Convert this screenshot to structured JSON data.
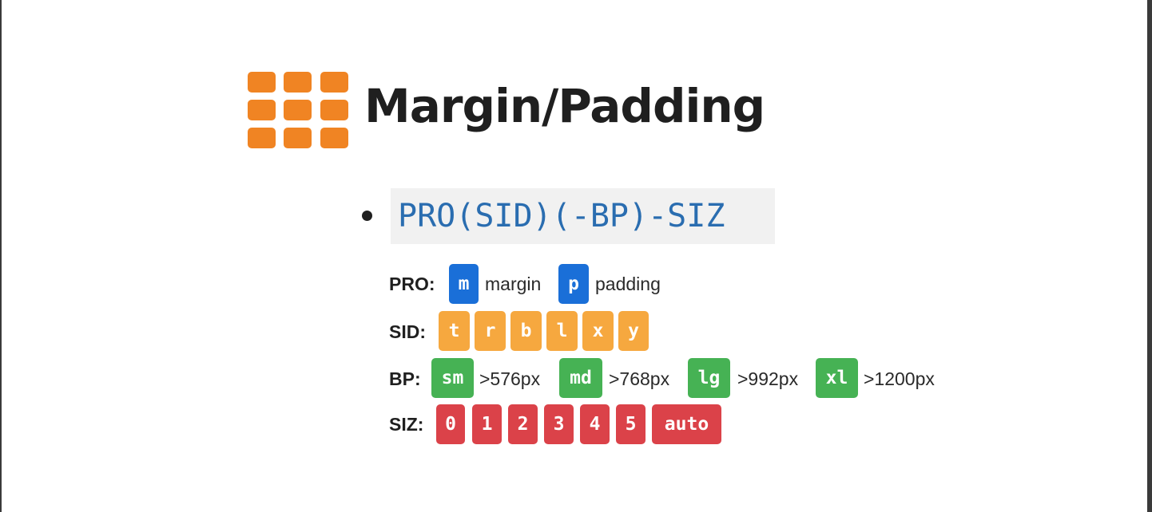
{
  "title": "Margin/Padding",
  "pattern": "PRO(SID)(-BP)-SIZ",
  "colors": {
    "logo": "#f08423",
    "pro": "#1a6fd8",
    "sid": "#f6a83f",
    "bp": "#46b254",
    "siz": "#db4249",
    "code": "#2a6db0"
  },
  "icons": [
    "grid-icon",
    "bullet-icon"
  ],
  "rows": {
    "pro": {
      "label": "PRO:",
      "items": [
        {
          "code": "m",
          "desc": "margin"
        },
        {
          "code": "p",
          "desc": "padding"
        }
      ]
    },
    "sid": {
      "label": "SID:",
      "items": [
        "t",
        "r",
        "b",
        "l",
        "x",
        "y"
      ]
    },
    "bp": {
      "label": "BP:",
      "items": [
        {
          "code": "sm",
          "desc": ">576px"
        },
        {
          "code": "md",
          "desc": ">768px"
        },
        {
          "code": "lg",
          "desc": ">992px"
        },
        {
          "code": "xl",
          "desc": ">1200px"
        }
      ]
    },
    "siz": {
      "label": "SIZ:",
      "items": [
        "0",
        "1",
        "2",
        "3",
        "4",
        "5",
        "auto"
      ]
    }
  }
}
